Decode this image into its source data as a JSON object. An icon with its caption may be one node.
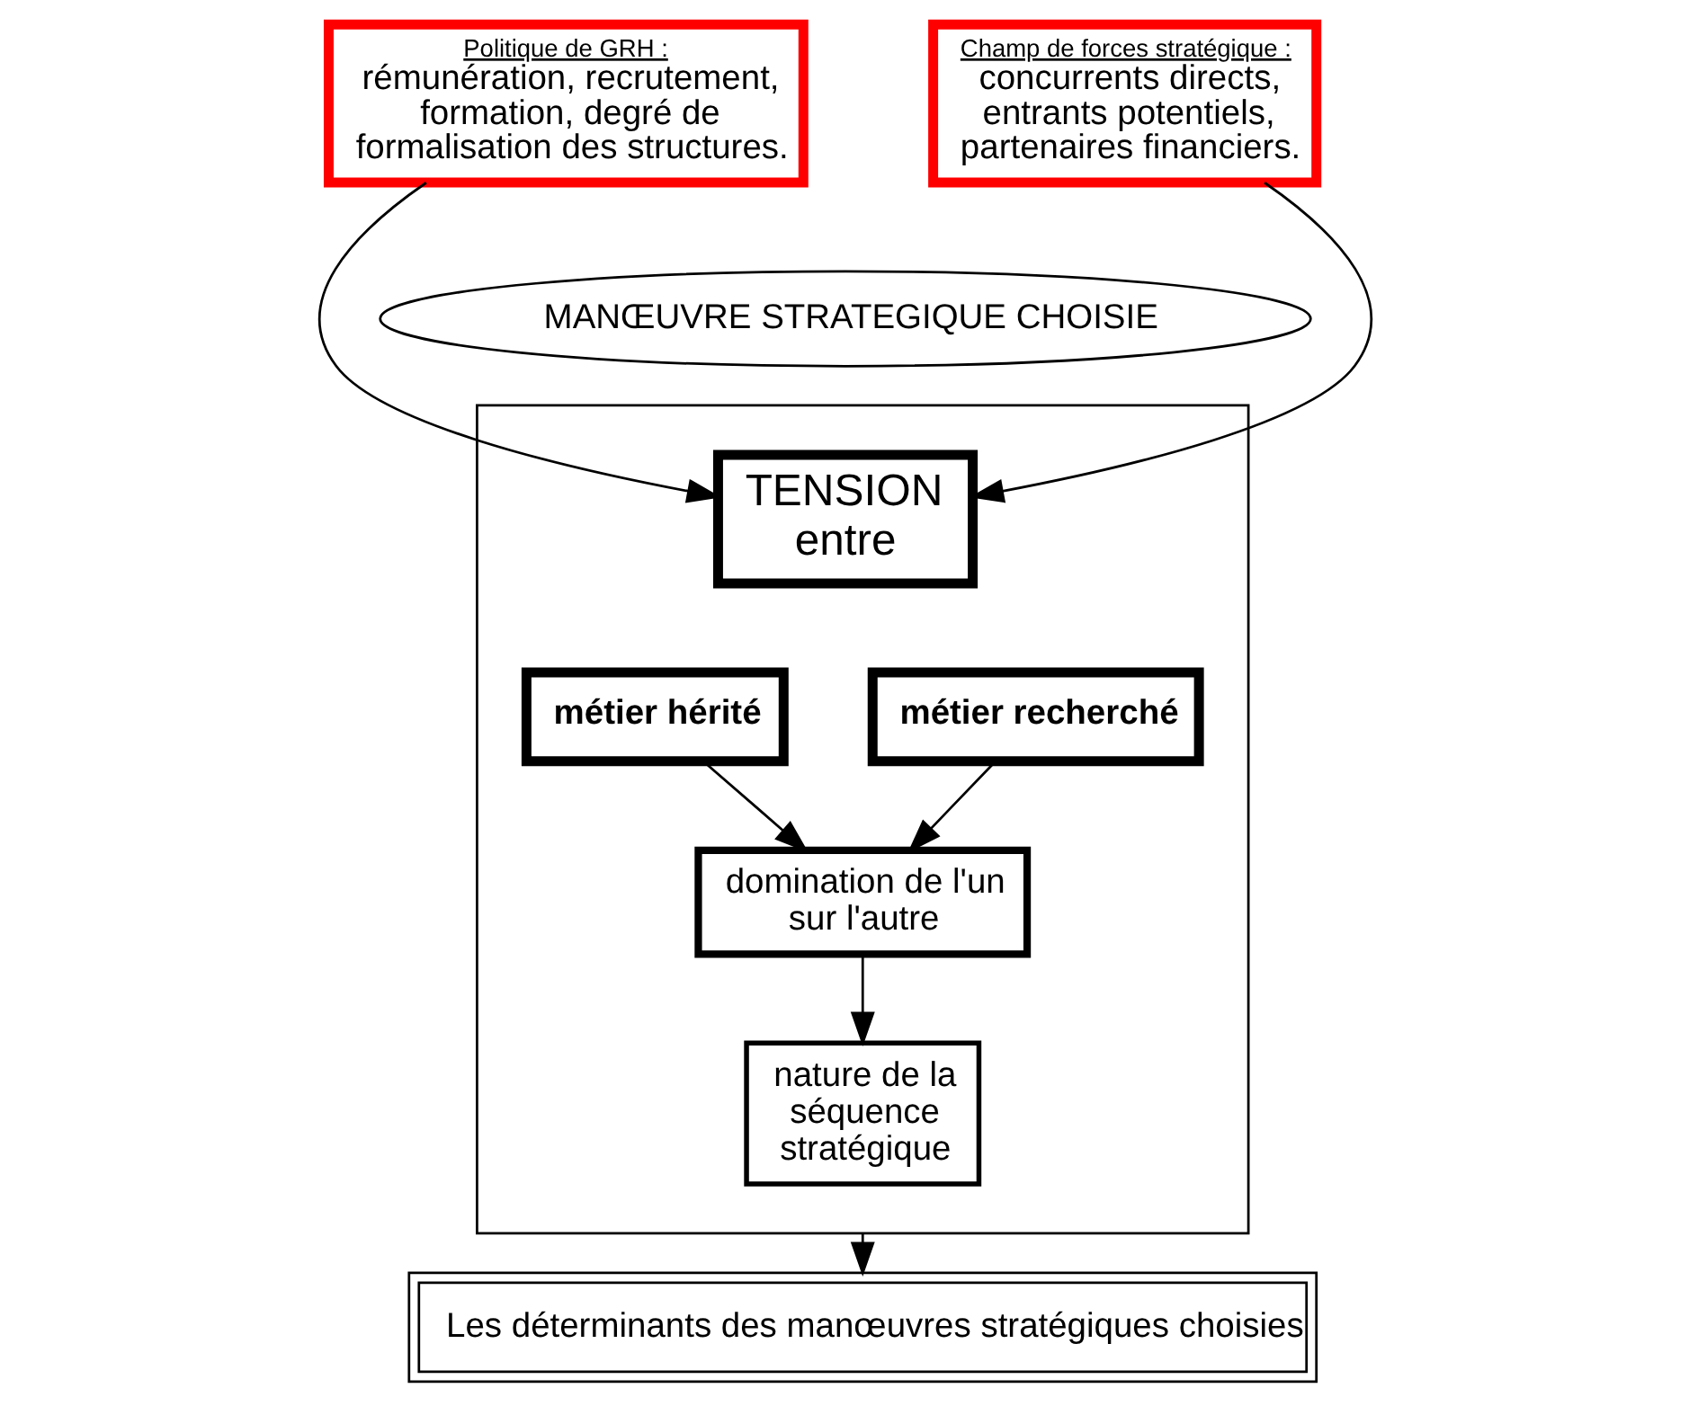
{
  "diagram": {
    "nodes": [
      {
        "text": [
          "Politique de GRH :",
          "rémunération, recrutement, formation, degré de formalisation des structures."
        ]
      },
      {
        "text": [
          "Champ de forces stratégique :",
          "concurrents directs, entrants potentiels, partenaires financiers."
        ]
      },
      {
        "text": [
          "MANŒUVRE STRATEGIQUE CHOISIE"
        ]
      },
      {
        "text": [],
        "shape": "box"
      },
      {
        "text": [
          "TENSION entre"
        ],
        "in": 3
      },
      {
        "text": [
          "métier hérité"
        ],
        "in": 3
      },
      {
        "text": [
          "métier recherché"
        ],
        "in": 3
      },
      {
        "text": [
          "domination de l'un sur l'autre"
        ],
        "in": 3
      },
      {
        "text": [
          "nature de la séquence stratégique"
        ],
        "in": 3
      },
      {
        "text": [
          "Les déterminants des manœuvres stratégiques choisies"
        ]
      }
    ],
    "edges": [
      {
        "from": 0,
        "to": 4,
        "arrow": "to"
      },
      {
        "from": 1,
        "to": 4,
        "arrow": "to"
      },
      {
        "from": 5,
        "to": 7,
        "arrow": "to"
      },
      {
        "from": 6,
        "to": 7,
        "arrow": "to"
      },
      {
        "from": 7,
        "to": 8,
        "arrow": "to"
      },
      {
        "from": 3,
        "to": 9,
        "arrow": "to"
      }
    ]
  }
}
